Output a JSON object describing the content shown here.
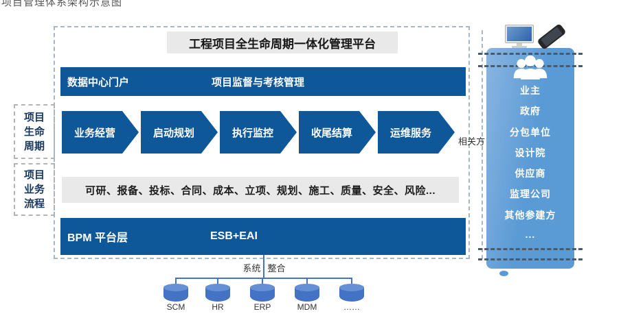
{
  "page": {
    "clipped_title": "项目管理体系架构示意图"
  },
  "platform": {
    "title": "工程项目全生命周期一体化管理平台",
    "portal_left": "数据中心门户",
    "supervision": "项目监督与考核管理",
    "stages": [
      "业务经营",
      "启动规划",
      "执行监控",
      "收尾结算",
      "运维服务"
    ],
    "related_parties_label": "相关方",
    "process_text": "可研、报备、投标、合同、成本、立项、规划、施工、质量、安全、风险...",
    "bpm_label": "BPM  平台层",
    "esb_label": "ESB+EAI"
  },
  "side_labels": {
    "lifecycle": [
      "项目",
      "生命",
      "周期"
    ],
    "process": [
      "项目",
      "业务",
      "流程"
    ]
  },
  "integration": {
    "label_left": "系统",
    "label_right": "整合",
    "systems": [
      "SCM",
      "HR",
      "ERP",
      "MDM",
      "……"
    ]
  },
  "stakeholders": [
    "业主",
    "政府",
    "分包单位",
    "设计院",
    "供应商",
    "监理公司",
    "其他参建方",
    "..."
  ],
  "colors": {
    "primary_blue": "#0e5799",
    "panel_blue": "#5b9bd5",
    "connector_blue": "#4472c4",
    "bar_gray": "#e9e9e9"
  }
}
